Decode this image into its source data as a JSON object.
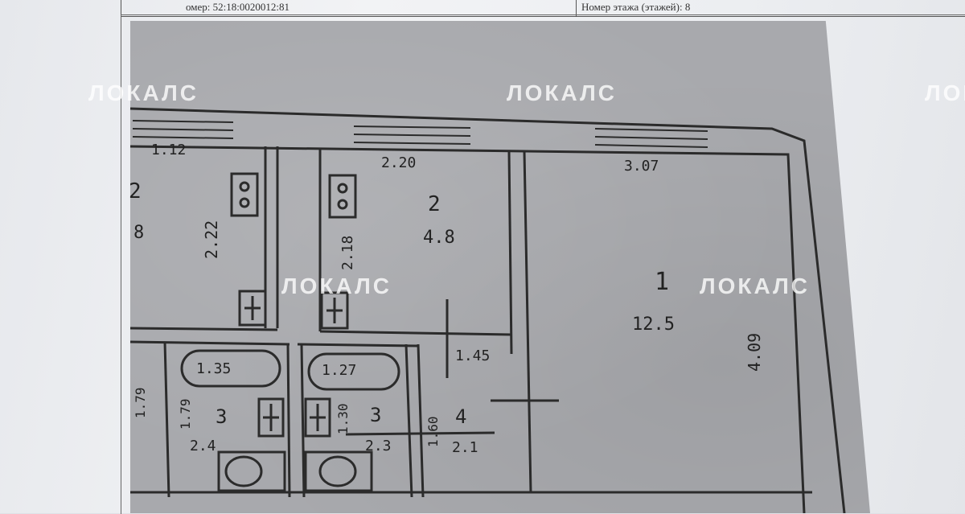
{
  "header": {
    "cadastral_text": "омер: 52:18:0020012:81",
    "floor_text": "Номер этажа (этажей): 8"
  },
  "watermark": "ЛОКАЛС",
  "rooms": {
    "kitchen_left": {
      "number": "2",
      "area": "8",
      "width": "1.12",
      "length": "2.22"
    },
    "kitchen": {
      "number": "2",
      "area": "4.8",
      "width": "2.20",
      "length": "2.18"
    },
    "living": {
      "number": "1",
      "area": "12.5",
      "width": "3.07",
      "length": "4.09"
    },
    "hall": {
      "number": "4",
      "area": "2.1",
      "width": "1.45",
      "length": "1.60"
    },
    "bath_left": {
      "number": "3",
      "area": "2.4",
      "width": "1.35",
      "length": "1.79"
    },
    "bath_mid": {
      "number": "3",
      "area": "2.3",
      "width": "1.27",
      "length": "1.30"
    },
    "left_edge": {
      "length": "1.79"
    }
  },
  "colors": {
    "ink": "#2b2b2b",
    "paper": "#a8a9ad",
    "watermark": "#ffffff"
  }
}
